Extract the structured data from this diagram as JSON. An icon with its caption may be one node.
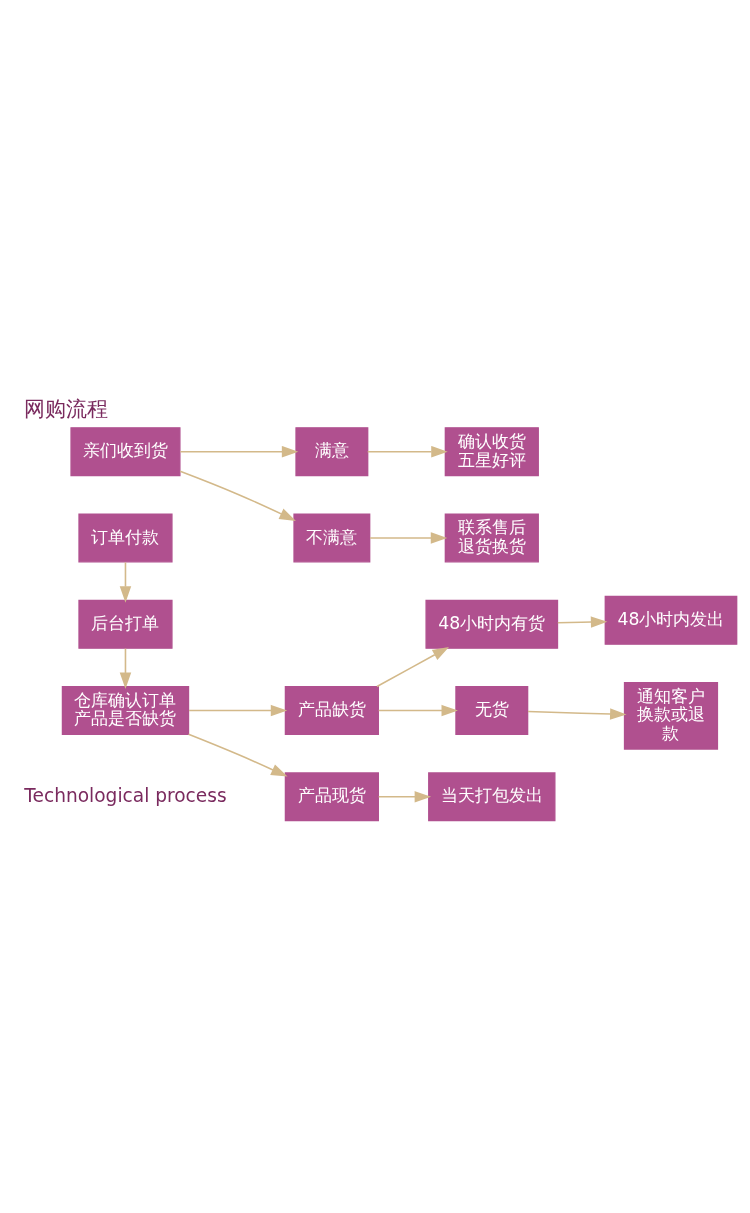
{
  "diagram": {
    "title": "网购流程",
    "nodes": [
      {
        "text": [
          "订单付款"
        ]
      },
      {
        "text": [
          "后台打单"
        ]
      },
      {
        "text": [
          "仓库确认订单产品是否缺货"
        ]
      },
      {
        "text": [
          "产品缺货"
        ]
      },
      {
        "text": [
          "48小时内有货"
        ]
      },
      {
        "text": [
          "48小时内发出"
        ]
      },
      {
        "text": [
          "无货"
        ]
      },
      {
        "text": [
          "通知客户换款或退款"
        ]
      },
      {
        "text": [
          "产品现货"
        ]
      },
      {
        "text": [
          "当天打包发出"
        ]
      },
      {
        "text": [
          "亲们收到货"
        ]
      },
      {
        "text": [
          "满意"
        ]
      },
      {
        "text": [
          "不满意"
        ]
      },
      {
        "text": [
          "确认收货五星好评"
        ]
      },
      {
        "text": [
          "联系售后退货换货"
        ]
      }
    ],
    "edges": [
      {
        "from": 0,
        "to": 1,
        "arrow": "to"
      },
      {
        "from": 1,
        "to": 2,
        "arrow": "to"
      },
      {
        "from": 2,
        "to": 3,
        "arrow": "to"
      },
      {
        "from": 2,
        "to": 8,
        "arrow": "to"
      },
      {
        "from": 3,
        "to": 4,
        "arrow": "to"
      },
      {
        "from": 3,
        "to": 6,
        "arrow": "to"
      },
      {
        "from": 4,
        "to": 5,
        "arrow": "to"
      },
      {
        "from": 6,
        "to": 7,
        "arrow": "to"
      },
      {
        "from": 8,
        "to": 9,
        "arrow": "to"
      },
      {
        "from": 10,
        "to": 11,
        "arrow": "to"
      },
      {
        "from": 10,
        "to": 12,
        "arrow": "to"
      },
      {
        "from": 11,
        "to": 13,
        "arrow": "to"
      },
      {
        "from": 12,
        "to": 14,
        "arrow": "to"
      }
    ],
    "labels": [
      "Technological process"
    ]
  }
}
